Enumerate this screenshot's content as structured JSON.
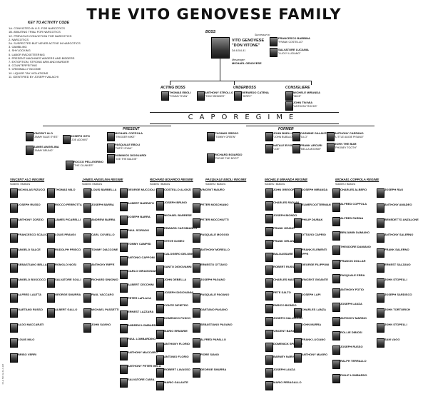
{
  "title": "THE VITO GENOVESE FAMILY",
  "key": {
    "heading": "KEY TO ACTIVITY CODE",
    "items": [
      "1A. CONVICTED IN U.S. FOR NARCOTICS",
      "1B. AWAITING TRIAL FOR NARCOTICS",
      "1C. PREVIOUS CONVICTION FOR NARCOTICS",
      "2. NARCOTICS",
      "2A. SUSPECTED BUT NEVER ACTIVE IN NARCOTICS",
      "3. GAMBLING",
      "4. SHYLOCKING",
      "5. LABOR RACKETEERING",
      "6. PRESENT MACHINES WAGERS AND BIDDERS",
      "7. EXTORTION, STRONG ARM AND MURDER",
      "8. COUNTERFEITING",
      "9. CRIMINALLY INCOME",
      "10. LIQUOR TAX VIOLATIONS",
      "11. IDENTIFIED BY JOSEPH VALACHI"
    ]
  },
  "boss": {
    "label": "BOSS",
    "name1": "VITO GENOVESE",
    "alias": "\"DON VITONE\"",
    "code": "DA 8-5-6-41"
  },
  "successor": {
    "label": "Successor to:",
    "name1": "FRANCESCO BARBINA",
    "alias1": "\"FRANK COSTELLO\"",
    "name2": "SALVATORE LUCANIA",
    "alias2": "\"LUCKY LUCIANO\""
  },
  "messenger": {
    "label": "Messenger:",
    "name": "MICHAEL GENOVESE"
  },
  "top": {
    "acting_label": "ACTING BOSS",
    "acting_name": "THOMAS EBOLI",
    "acting_alias": "\"TOMMY RYAN\"",
    "underboss_label": "UNDERBOSS",
    "underboss_name": "GERARDO CATENA",
    "underboss_alias": "\"JERRY\"",
    "consig_label": "CONSIGLIERE",
    "consig_name": "MICHELE MIRANDA",
    "consig_alias": "\"MIKE\"",
    "assist_name": "ANTHONY STROLLO",
    "assist_alias": "\"TONY BENDER\"",
    "jt_name": "JOHN TIN MIA",
    "jt_alias": "\"ANTHONY ROCKS\""
  },
  "caporegime": "CAPOREGIME",
  "present_label": "PRESENT",
  "former_label": "FORMER",
  "present": [
    {
      "name": "VINCENT ALO",
      "alias": "\"JIMMY BLUE EYES\""
    },
    {
      "name": "JAMES ANGELINA",
      "alias": "\"JIMMY BRUNO\""
    },
    {
      "name": "JOSEPH GITO",
      "alias": "\"JOE ADONIS\""
    },
    {
      "name": "MICHAEL COPPOLA",
      "alias": "\"TRIGGER MIKE\""
    },
    {
      "name": "PASQUALE EBOLI",
      "alias": "\"PATSY RYAN\""
    },
    {
      "name": "DOMINICK DIOGUARDI",
      "alias": "\"JOE THE BALDIE\""
    },
    {
      "name": "THOMAS GREGO",
      "alias": "\"TOMMY GREEN\""
    },
    {
      "name": "RICHARD BOIARDO",
      "alias": "\"RICHIE THE BOOT\""
    },
    {
      "name": "ROCCO PELLEGRINO",
      "alias": "\"THE CLUNKER\""
    }
  ],
  "former": [
    {
      "name": "JOHN BUELLO",
      "alias": "\"JOHN BUBALO\""
    },
    {
      "name": "NATALE EVOLA",
      "alias": "\"JOE\""
    },
    {
      "name": "CARMINE GALANTE",
      "alias": "\"LILO\""
    },
    {
      "name": "ANTHONY CARFANO",
      "alias": "\"LITTLE AUGIE PISANO\""
    },
    {
      "name": "JOHN THE BUM",
      "alias": "\"PHONEY TOOTH\""
    },
    {
      "name": "FRANK ARCURI",
      "alias": "\"BELLA MOONIE\""
    }
  ],
  "regimes": [
    {
      "title": "VINCENT ALO REGIME",
      "sub": "Soldiers / Buttons"
    },
    {
      "title": "JAMES ANGELINA REGIME",
      "sub": "Soldiers / Buttons"
    },
    {
      "title": "RICHARD BOIARDO REGIME",
      "sub": "Soldiers / Buttons"
    },
    {
      "title": "PASQUALE EBOLI REGIME",
      "sub": "Soldiers / Buttons"
    },
    {
      "title": "MICHELE MIRANDA REGIME",
      "sub": "Soldiers / Buttons"
    },
    {
      "title": "MICHAEL COPPOLA REGIME",
      "sub": "Soldiers / Buttons"
    }
  ],
  "soldiers": [
    [
      "NICHOLAS RIZUCCI",
      "JOSEPH RUSSO",
      "ANTHONY ZORZIO",
      "FRANCESCO SCALICA",
      "ANGELO SALCE",
      "SEBASTIANO BELLANCA",
      "ANGELO BOSCOCCI",
      "ALFRED LAUTTA",
      "GAETANO RUSSO",
      "ALDO MACCARATI",
      "LOUIS MILO",
      "BRISO VERRI"
    ],
    [
      "THOMAS MILO",
      "ROCCO PERROTTA",
      "JAMES PICARELLI",
      "LOUIS PRANGI",
      "RUDOLPH PRISCO",
      "ROMOLO NIOSI",
      "SALVATORE SOLLI",
      "GEORGE SMURRA",
      "ALBERT GALLO"
    ],
    [
      "LOUIS BARBELLA",
      "JOSEPH BARRA",
      "ANDREW BARRA",
      "CARL COVIELLO",
      "TOMMY DIACCONE",
      "ANTHONY RIFFE",
      "RICHARD SINIONIO",
      "PAUL VACCARO",
      "MICHAEL PASSETTI",
      "JOHN SAVINO"
    ],
    [
      "GEORGE MUCCIOLI",
      "ALBERT BARRATO",
      "JOSEPH BARRA",
      "PAUL SCIRADO",
      "TOMMY CAMPISI",
      "ANTONIO CAPPONI",
      "CARLO GIRAGOSIAN",
      "ALBERT CECCHINI",
      "PETER LaPLACA",
      "ERNEST LAZZARA",
      "ANDREW LOMBARDINO",
      "PAUL LOMBARDINO",
      "ANTHONY MACCARO",
      "ANTHONY PETER MELA",
      "SALVATORE CIARA"
    ],
    [
      "COSTELLO ALONZI",
      "JOSEPH BRUNO",
      "MICHAEL BARRESE",
      "EDWARD CAPOBIANCO",
      "STEVE DeMEO",
      "CALOGERO DELUNIO",
      "SANTO DIGIOVANNI",
      "JOHN DEBELLA",
      "JOSEPH DIGIOVANNI",
      "CONTE DIPIETRO",
      "DOMENICO FUSCO",
      "MARIO ERMARIE",
      "ANTHONY FLORIO",
      "ANTONIO FLORIO",
      "ROBERT LAVASSO",
      "MARIO GALANTE"
    ],
    [
      "VINCENT MAURO",
      "PETER MOSCHIANO",
      "PETER MOCCHIUTTI",
      "PASQUALE MOGGIO",
      "ANTHONY MORELLO",
      "ERNESTO OTTAVIO",
      "JOSEPH PAGANO",
      "PASQUALE PAGANO",
      "GAETANO PAGANO",
      "SEBASTIANO PAGANO",
      "ALFRED PAPALLO",
      "FIORE SIANO",
      "GEORGE SMURRA"
    ],
    [
      "JOHN GREGORY",
      "CHARLES RADANI",
      "JOSEPH BIONDO",
      "FRANK GRANO",
      "FRANK ORLANDO",
      "BALDASSARE GIUSEPPE",
      "ROBERT RUSSELLO",
      "CHARLES MAGNELLI",
      "PETE SALTO",
      "ENRICO BIONDO",
      "JOSEPH GALLUCCIO",
      "VINCENT BARANO",
      "DOMENICK SPINELLI",
      "BARNEY NARVANA",
      "JOSEPH LANZA",
      "MARIO PERAGALLO"
    ],
    [
      "JOSEPH MIRANDA",
      "ELMER DOTTERMAN",
      "PHILIP DIUBAK",
      "OTTAVIO CAPRIO",
      "FRANK ELEMENTI",
      "GEORGE FILIPPONI",
      "VINCENT GIGANTE",
      "JOSEPH LAPI",
      "CHARLES LANZA",
      "JOHN MURRA",
      "FRANK LUCIANO",
      "ANTHONY MAGRO"
    ],
    [
      "CHARLES ALBERO",
      "ALFRED COPPOLA",
      "ALFRED FARINA",
      "BENJAMIN DAMIANO",
      "THEODORE DAMIANO",
      "FRANCIS DOLLAR",
      "PASQUALE ERRA",
      "ANTHONY FOTIO",
      "JOSEPH LANZA",
      "ANTHONY MARINO",
      "ROLLIE DIBIOSI",
      "JOSEPH RUSSO",
      "RALPH TERRALLO",
      "PHILIP LOMBARDO"
    ],
    [
      "JOSEPH RAO",
      "ANTHONY AMADEO",
      "BENEDETTO ANZALONE",
      "ANTHONY SALERNO",
      "FRANK SALERNO",
      "ERNEST SALZANO",
      "JOHN STOPELLI",
      "JOSEPH SARDISCO",
      "JOHN TORTORICH",
      "JOHN STOPELLI",
      "SAM VAGO"
    ]
  ],
  "side_text": "FILE NO 92-4A-F-EB"
}
